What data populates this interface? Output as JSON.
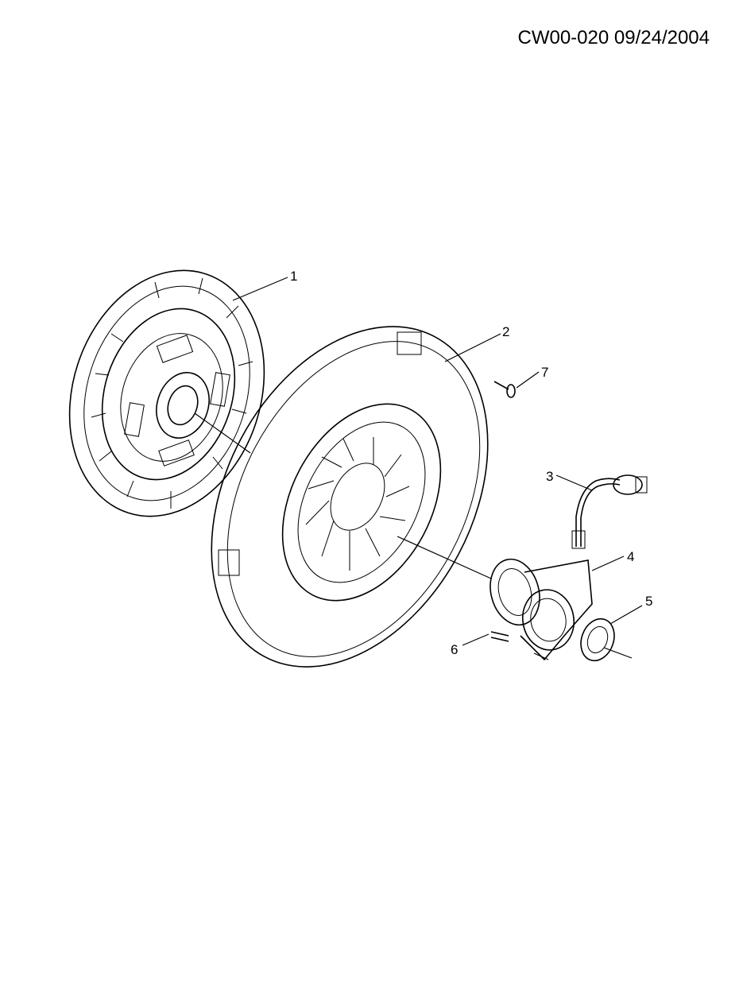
{
  "header": {
    "doc_id": "CW00-020 09/24/2004"
  },
  "callouts": [
    {
      "id": "1",
      "label": "1"
    },
    {
      "id": "2",
      "label": "2"
    },
    {
      "id": "3",
      "label": "3"
    },
    {
      "id": "4",
      "label": "4"
    },
    {
      "id": "5",
      "label": "5"
    },
    {
      "id": "6",
      "label": "6"
    },
    {
      "id": "7",
      "label": "7"
    }
  ]
}
